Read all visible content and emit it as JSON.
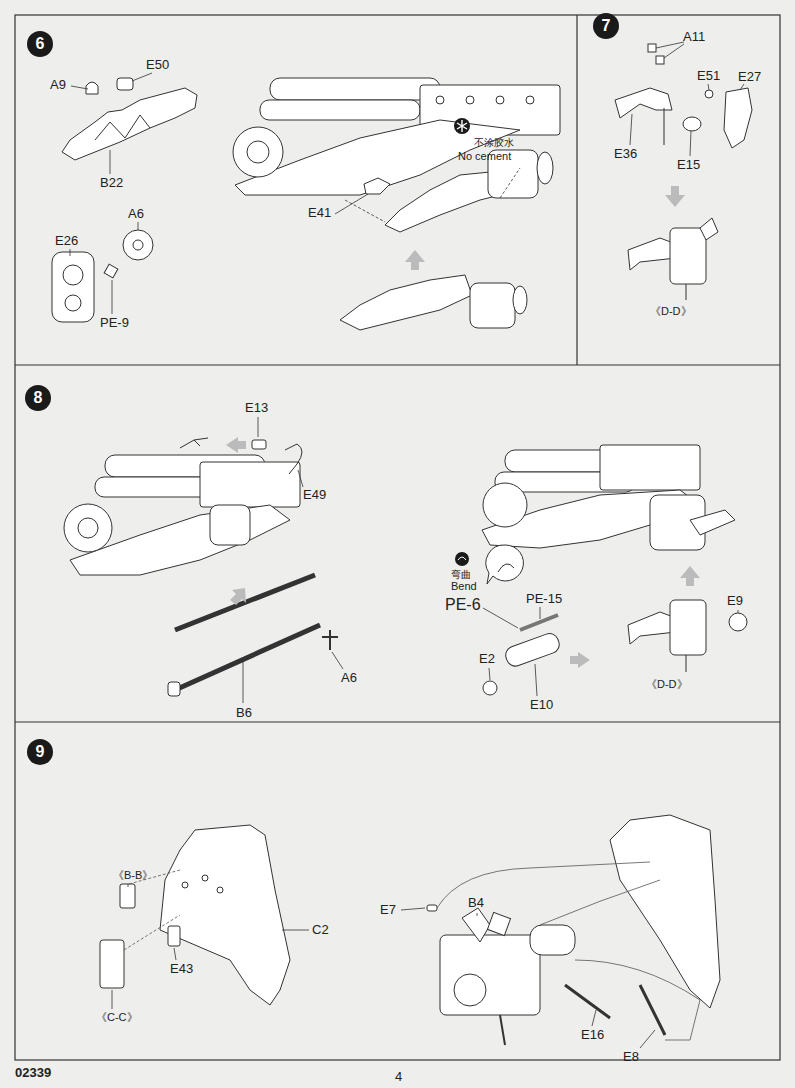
{
  "diagram": {
    "nodes": [
      {
        "text": [
          "6"
        ]
      },
      {
        "text": [
          "7"
        ]
      },
      {
        "text": [
          "8"
        ]
      },
      {
        "text": [
          "9"
        ]
      }
    ],
    "labels": [
      "A9",
      "E50",
      "B22",
      "E41",
      "不涂胶水",
      "No cement",
      "A6",
      "E26",
      "PE-9",
      "A11",
      "E51",
      "E27",
      "E36",
      "E15",
      "《D-D》",
      "E13",
      "E49",
      "B6",
      "A6",
      "弯曲",
      "Bend",
      "PE-6",
      "PE-15",
      "E2",
      "E10",
      "E9",
      "《D-D》",
      "《B-B》",
      "《C-C》",
      "E43",
      "C2",
      "E7",
      "B4",
      "E16",
      "E8",
      "02339",
      "4"
    ]
  }
}
